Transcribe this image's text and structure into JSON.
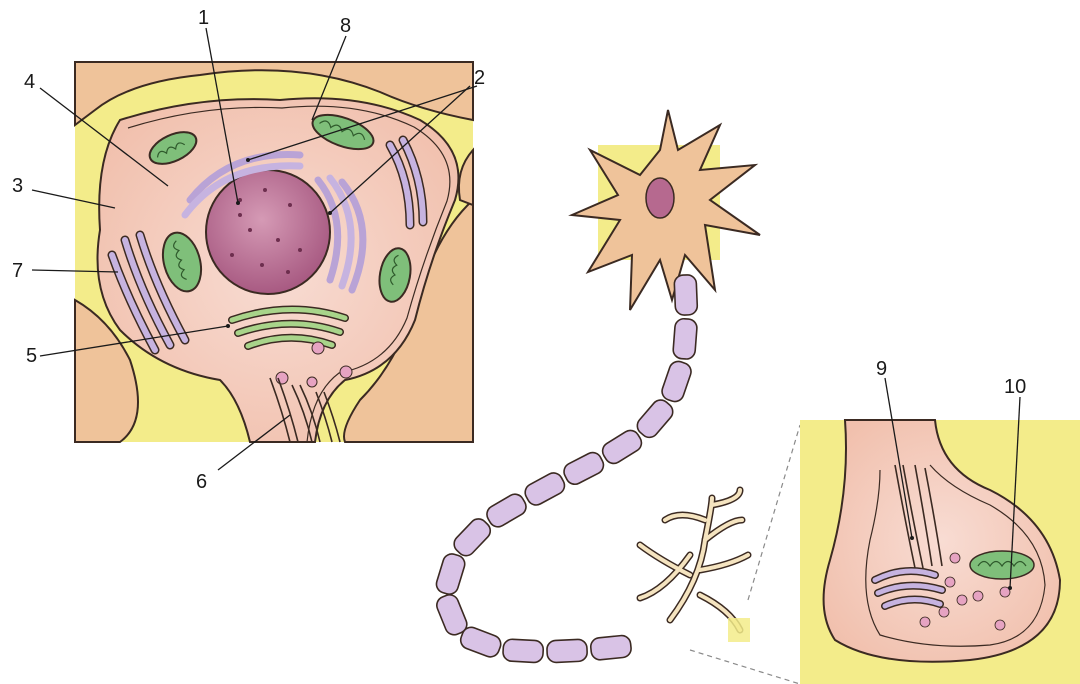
{
  "labels": {
    "l1": "1",
    "l2": "2",
    "l3": "3",
    "l4": "4",
    "l5": "5",
    "l6": "6",
    "l7": "7",
    "l8": "8",
    "l9": "9",
    "l10": "10"
  },
  "colors": {
    "background_panel": "#f3ec8a",
    "cytoplasm": "#f6d2c6",
    "cell_orange": "#efc39a",
    "nucleus": "#b6698f",
    "rough_er": "#b9a3d6",
    "mitochondria": "#7fbf7a",
    "golgi": "#a8d48a",
    "vesicle": "#e6a3c2",
    "axon_segment": "#d9c3e6"
  }
}
